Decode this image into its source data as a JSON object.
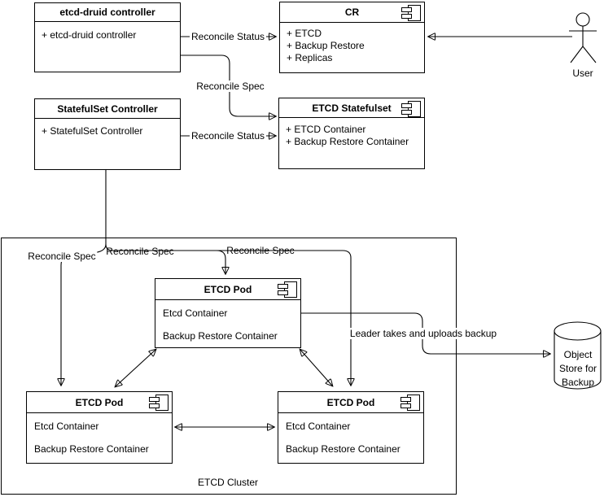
{
  "diagram": {
    "type": "uml-component-diagram",
    "colors": {
      "stroke": "#000000",
      "background": "#ffffff"
    },
    "boxes": [
      {
        "id": "etcd-druid-controller",
        "title": "etcd-druid controller",
        "lines": [
          "+ etcd-druid controller"
        ]
      },
      {
        "id": "cr",
        "title": "CR",
        "lines": [
          "+ ETCD",
          "+ Backup Restore",
          "+ Replicas"
        ]
      },
      {
        "id": "statefulset-controller",
        "title": "StatefulSet Controller",
        "lines": [
          "+ StatefulSet Controller"
        ]
      },
      {
        "id": "etcd-statefulset",
        "title": "ETCD Statefulset",
        "lines": [
          "+ ETCD Container",
          "+ Backup Restore Container"
        ]
      },
      {
        "id": "etcd-pod-middle",
        "title": "ETCD Pod",
        "lines": [
          "Etcd Container",
          "Backup Restore Container"
        ]
      },
      {
        "id": "etcd-pod-left",
        "title": "ETCD Pod",
        "lines": [
          "Etcd Container",
          "Backup Restore Container"
        ]
      },
      {
        "id": "etcd-pod-right",
        "title": "ETCD Pod",
        "lines": [
          "Etcd Container",
          "Backup Restore Container"
        ]
      }
    ],
    "edge_labels": {
      "reconcile_status_top": "Reconcile Status",
      "reconcile_spec_curve": "Reconcile Spec",
      "reconcile_status_mid": "Reconcile Status",
      "reconcile_spec_left": "Reconcile Spec",
      "reconcile_spec_mid": "Reconcile Spec",
      "reconcile_spec_right": "Reconcile Spec",
      "leader_backup": "Leader takes and uploads backup"
    },
    "cluster": {
      "label": "ETCD Cluster"
    },
    "actor": {
      "label": "User"
    },
    "datastore": {
      "label": "Object\nStore for\nBackup"
    }
  }
}
